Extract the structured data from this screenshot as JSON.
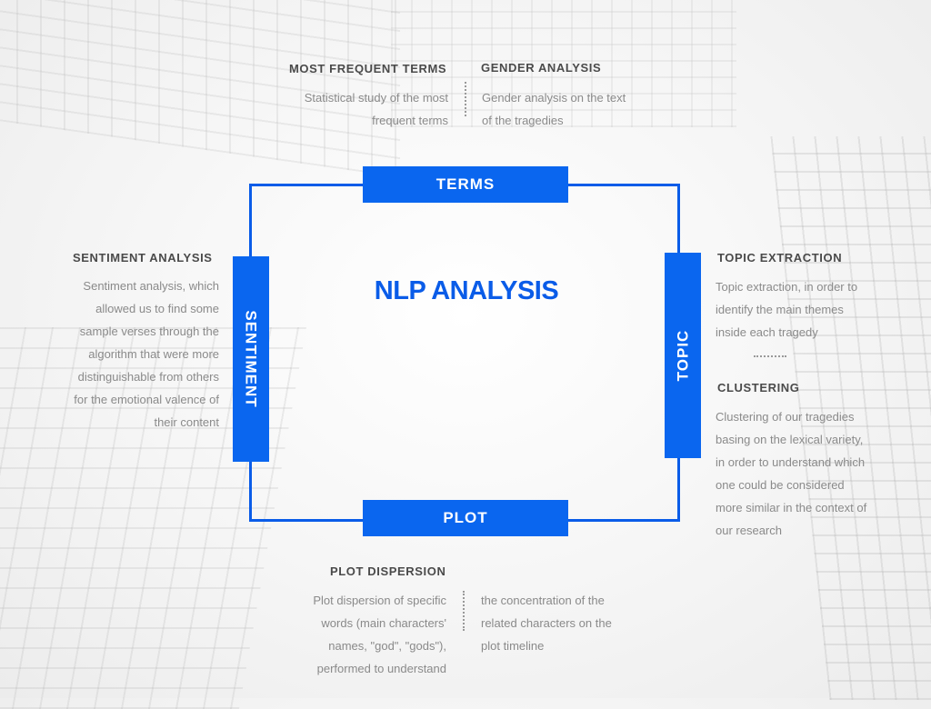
{
  "title": "NLP ANALYSIS",
  "labels": {
    "top": "TERMS",
    "bottom": "PLOT",
    "left": "SENTIMENT",
    "right": "TOPIC"
  },
  "sections": {
    "most_frequent_terms": {
      "heading": "MOST FREQUENT TERMS",
      "lines": [
        "Statistical study of the most",
        "frequent terms"
      ]
    },
    "gender_analysis": {
      "heading": "GENDER ANALYSIS",
      "lines": [
        "Gender analysis on the text",
        "of the tragedies"
      ]
    },
    "sentiment_analysis": {
      "heading": "SENTIMENT ANALYSIS",
      "lines": [
        "Sentiment analysis, which",
        "allowed us to find some",
        "sample verses through the",
        "algorithm that were more",
        "distinguishable from others",
        "for the emotional valence of",
        "their content"
      ]
    },
    "topic_extraction": {
      "heading": "TOPIC EXTRACTION",
      "lines": [
        "Topic extraction, in order to",
        "identify the main themes",
        "inside each tragedy"
      ]
    },
    "clustering": {
      "heading": "CLUSTERING",
      "lines": [
        "Clustering of our tragedies",
        "basing on the lexical variety,",
        "in order to understand which",
        "one could be considered",
        "more similar in the context of",
        "our research"
      ]
    },
    "plot_dispersion": {
      "heading": "PLOT DISPERSION",
      "lines_left": [
        "Plot dispersion of specific",
        "words (main characters'",
        "names, \"god\", \"gods\"),",
        "performed to understand"
      ],
      "lines_right": [
        "the concentration of the",
        "related characters on the",
        "plot timeline"
      ]
    }
  },
  "colors": {
    "accent": "#0a66ef",
    "heading": "#4a4a4a",
    "body": "#8a8a8a"
  }
}
